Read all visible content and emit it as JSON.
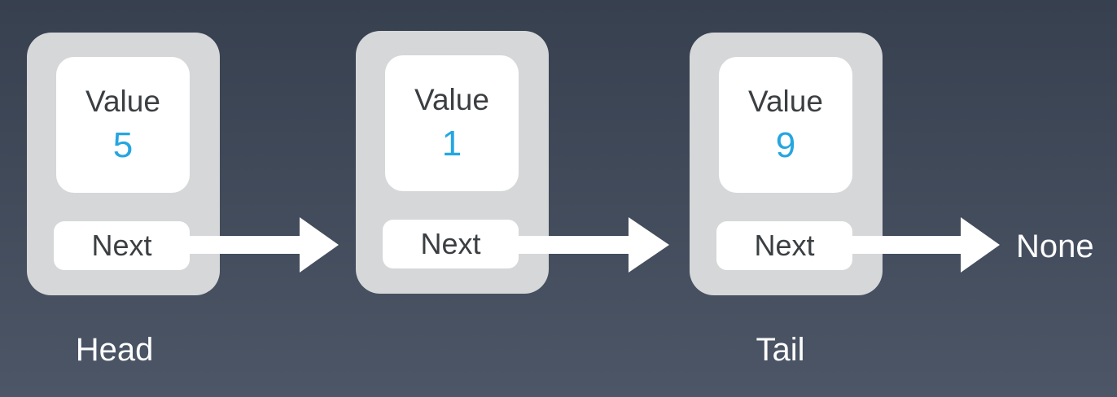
{
  "diagram": {
    "type": "singly-linked-list",
    "nodes": [
      {
        "field_label": "Value",
        "value": "5",
        "pointer_label": "Next"
      },
      {
        "field_label": "Value",
        "value": "1",
        "pointer_label": "Next"
      },
      {
        "field_label": "Value",
        "value": "9",
        "pointer_label": "Next"
      }
    ],
    "captions": {
      "head": "Head",
      "tail": "Tail"
    },
    "terminator": "None",
    "colors": {
      "background_top": "#37404f",
      "background_bottom": "#4c5666",
      "node_fill": "#d5d7d8",
      "field_fill": "#ffffff",
      "field_text": "#3b3f42",
      "value_text": "#25a6e0",
      "caption_text": "#fdfdfd",
      "arrow_fill": "#ffffff"
    }
  }
}
